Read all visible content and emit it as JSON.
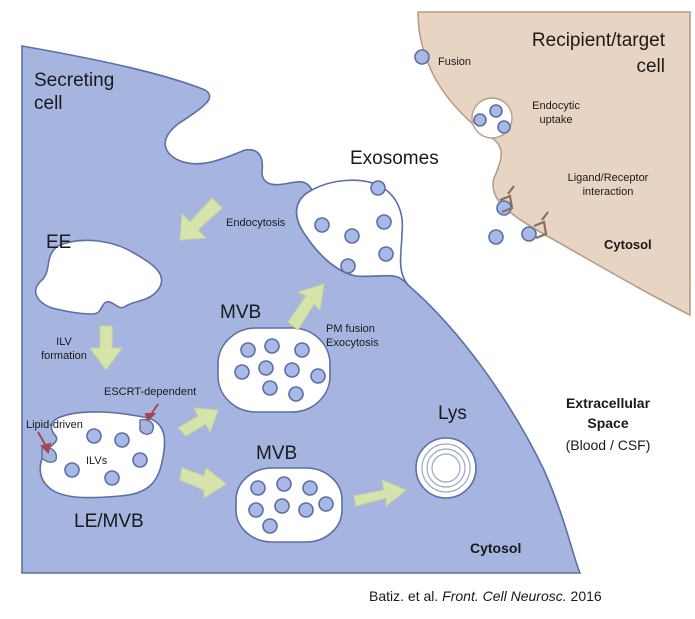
{
  "labels": {
    "secreting_cell": [
      "Secreting",
      "cell"
    ],
    "recipient_cell": [
      "Recipient/target",
      "cell"
    ],
    "fusion": "Fusion",
    "endocytic_uptake": [
      "Endocytic",
      "uptake"
    ],
    "ligand_receptor": [
      "Ligand/Receptor",
      "interaction"
    ],
    "cytosol_recipient": "Cytosol",
    "exosomes": "Exosomes",
    "endocytosis": "Endocytosis",
    "ee": "EE",
    "mvb_top": "MVB",
    "pm_fusion": [
      "PM fusion",
      "Exocytosis"
    ],
    "ilv_formation": [
      "ILV",
      "formation"
    ],
    "escrt": "ESCRT-dependent",
    "lipid_driven": "Lipid-driven",
    "ilvs": "ILVs",
    "le_mvb": "LE/MVB",
    "mvb_bottom": "MVB",
    "lys": "Lys",
    "extracellular_space": [
      "Extracellular",
      "Space",
      "(Blood / CSF)"
    ],
    "cytosol_secreting": "Cytosol"
  },
  "citation": {
    "authors": "Batiz. et al.",
    "journal": "Front. Cell Neurosc.",
    "year": "2016"
  },
  "colors": {
    "secreting_cell": "#a5b5e0",
    "secreting_outline": "#5c6fa6",
    "recipient_cell": "#e8d4c2",
    "recipient_outline": "#b89e88",
    "vesicle": "#a9b9e6",
    "arrow": "#d6e3ab",
    "red_arrow": "#a5474f"
  }
}
